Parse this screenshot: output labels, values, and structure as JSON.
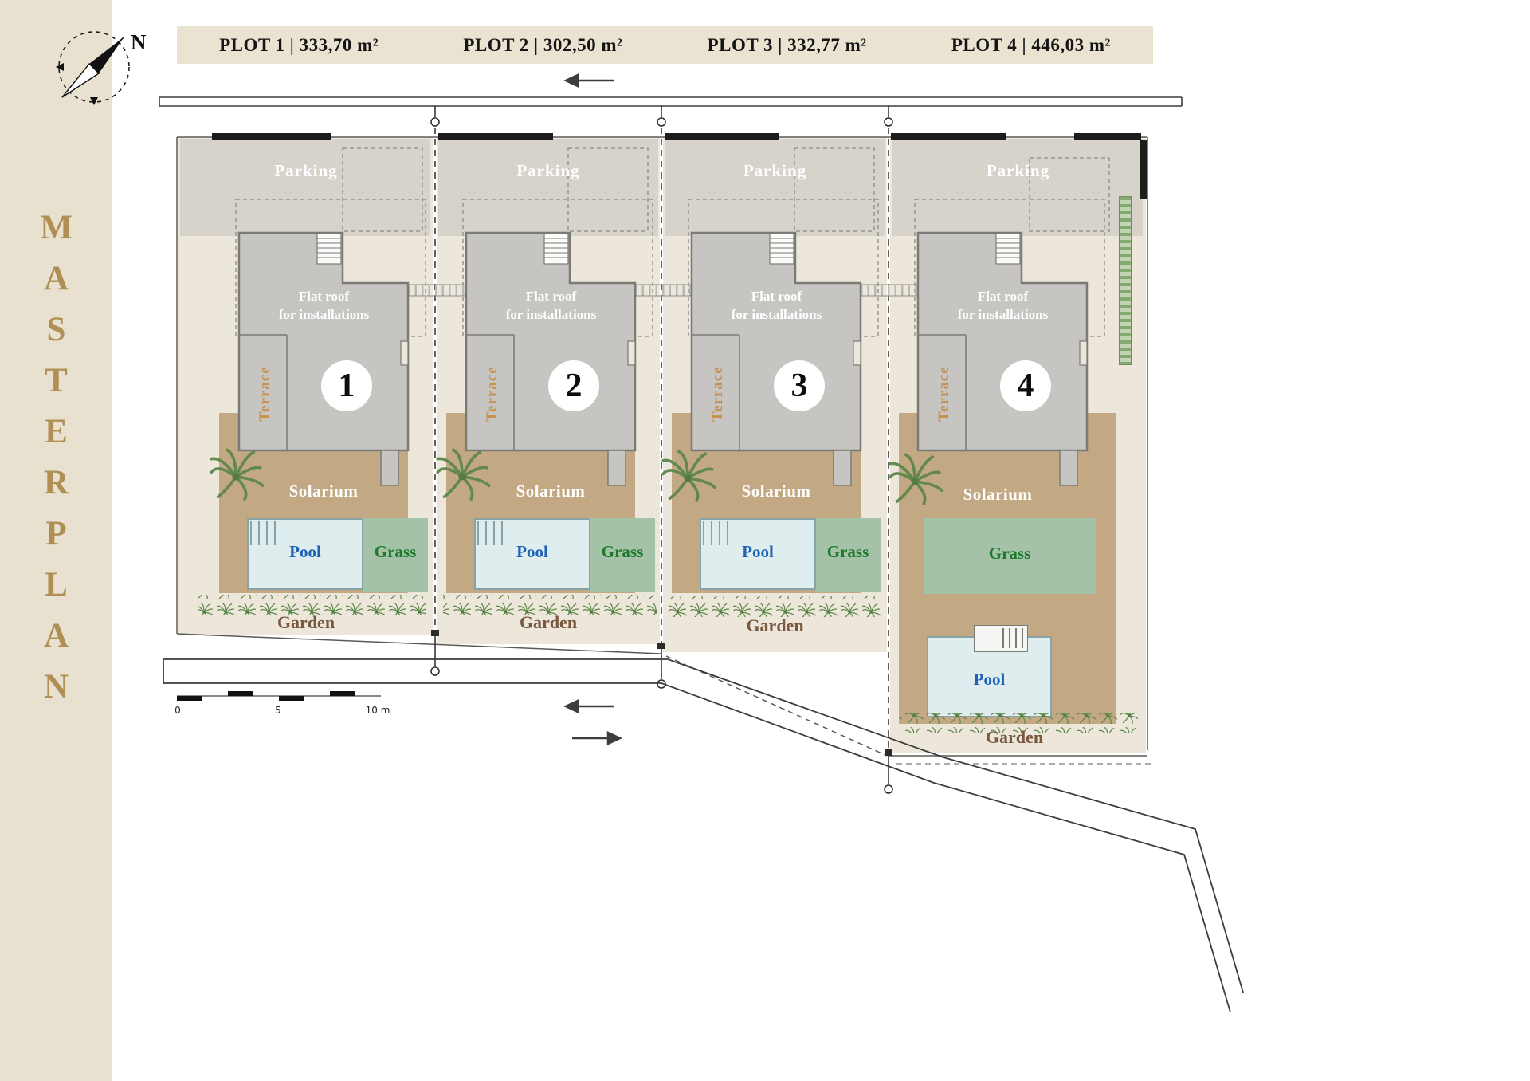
{
  "sidebar": {
    "title": "MASTERPLAN"
  },
  "compass": {
    "north": "N"
  },
  "header": {
    "plot_titles": [
      "PLOT 1 | 333,70 m²",
      "PLOT 2 | 302,50 m²",
      "PLOT 3 | 332,77 m²",
      "PLOT 4 | 446,03 m²"
    ]
  },
  "labels": {
    "parking": "Parking",
    "flat_roof_line1": "Flat roof",
    "flat_roof_line2": "for installations",
    "terrace": "Terrace",
    "solarium": "Solarium",
    "pool": "Pool",
    "grass": "Grass",
    "garden": "Garden"
  },
  "plots": [
    {
      "number": "1"
    },
    {
      "number": "2"
    },
    {
      "number": "3"
    },
    {
      "number": "4"
    }
  ],
  "scale_bar": {
    "zero": "0",
    "five": "5",
    "ten": "10 m"
  },
  "colors": {
    "sidebar_bg": "#e9e1d0",
    "header_bg": "#ebe3d2",
    "plot_ground": "#ece7da",
    "parking_fill": "#d7d3ca",
    "building_fill": "#c6c5c2",
    "solarium_fill": "#c3a884",
    "pool_fill": "#dfedee",
    "grass_fill": "#a3c2a7",
    "pool_text": "#1f63b5",
    "grass_text": "#1f7a2e",
    "garden_text": "#7a573f",
    "terrace_text": "#c7904b",
    "accent_gold": "#b08f55"
  }
}
